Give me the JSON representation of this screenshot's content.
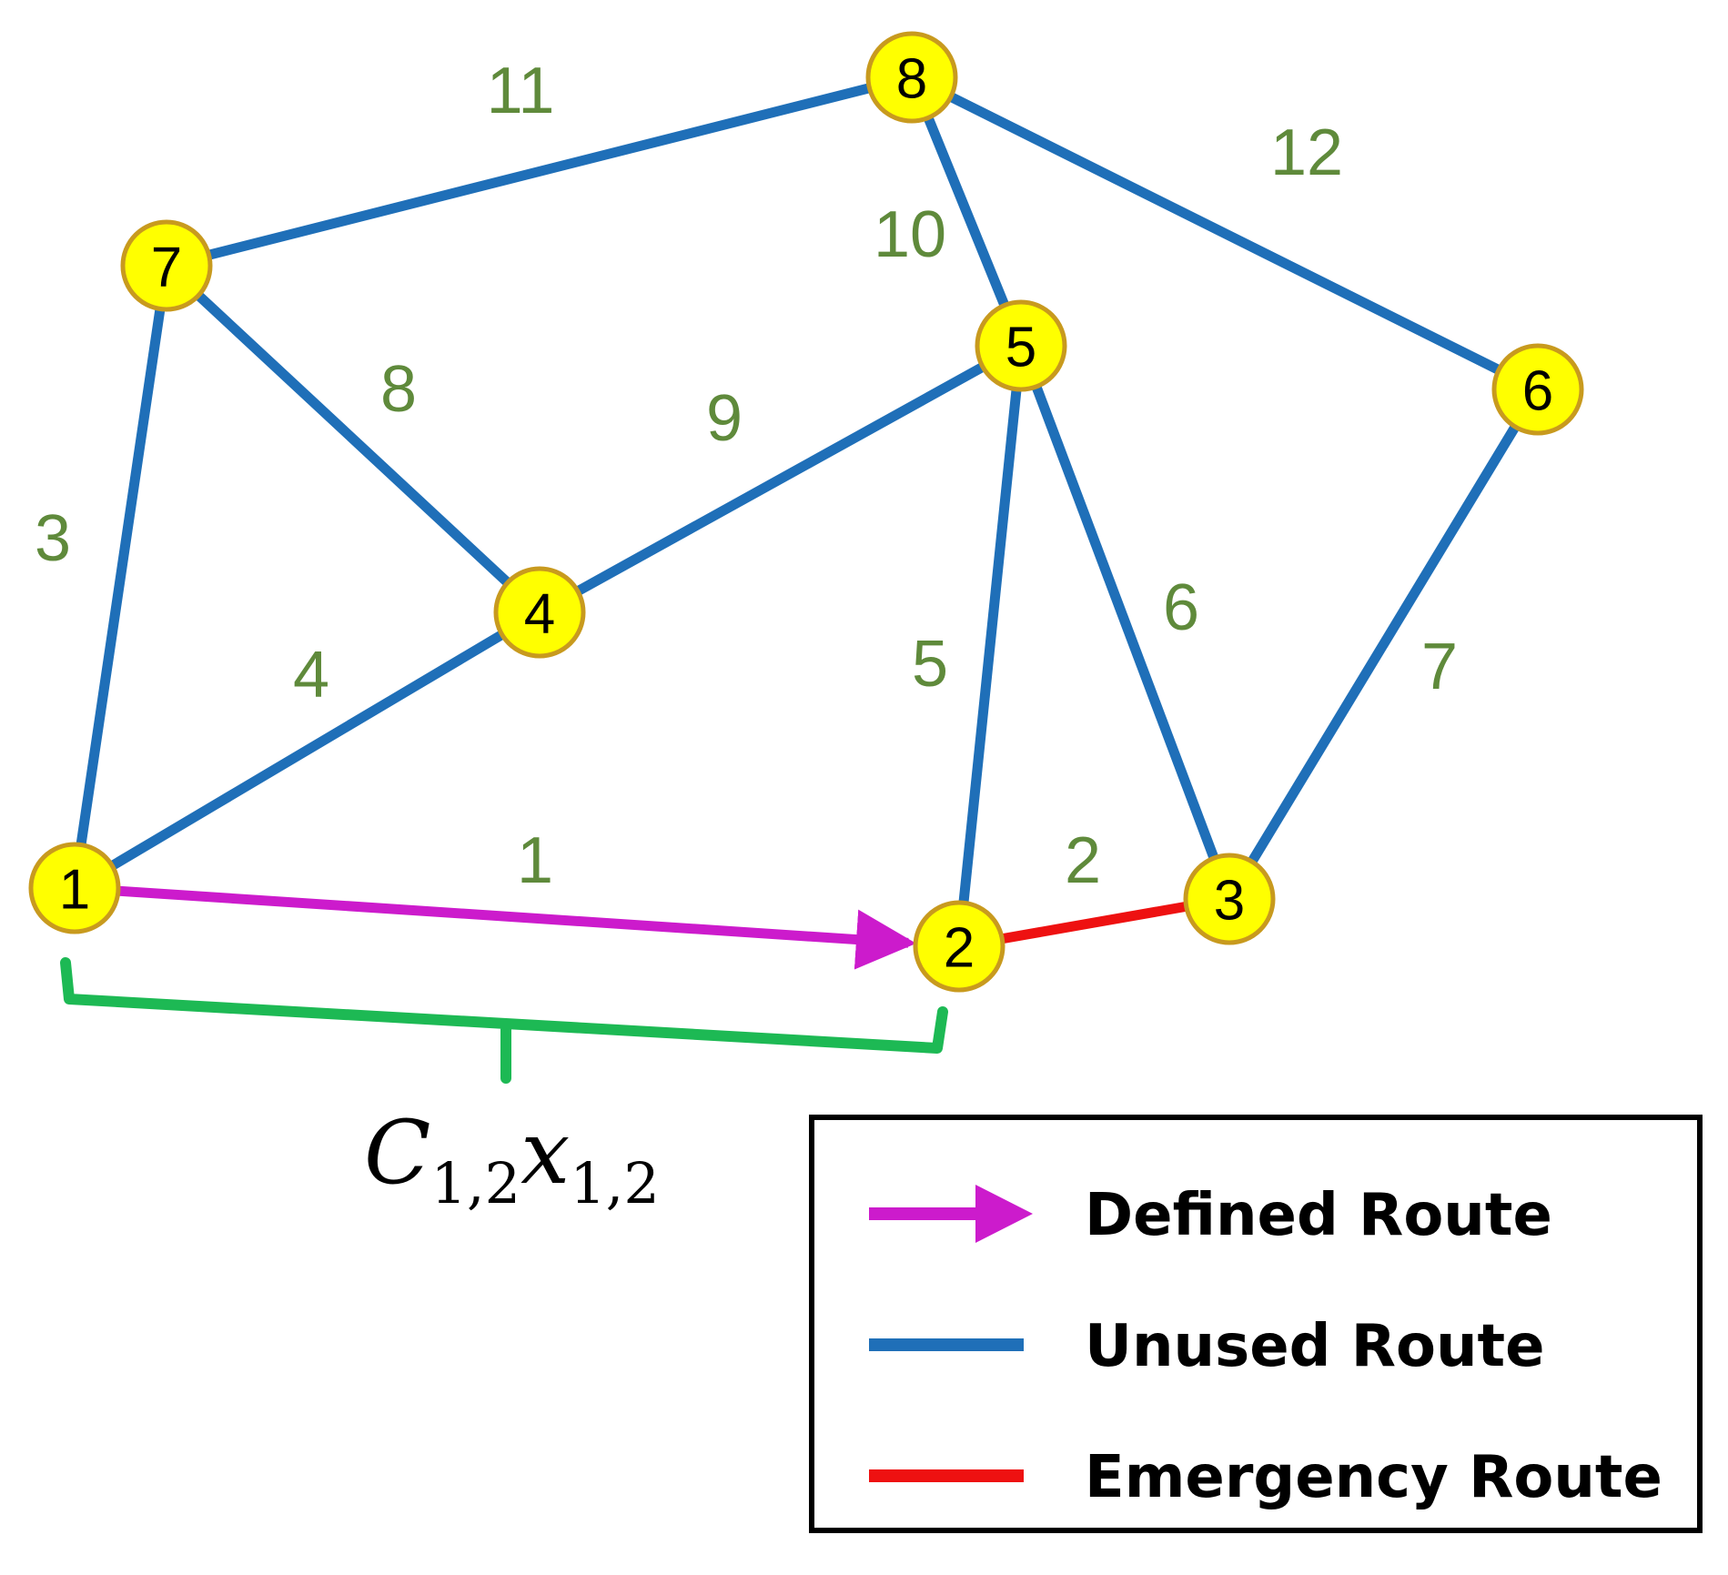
{
  "colors": {
    "defined": "#cc1bcc",
    "unused": "#1f6fb8",
    "emergency": "#ee1111",
    "node_fill": "#ffff00",
    "node_stroke": "#c89a1e",
    "weight_text": "#5f8a3b",
    "brace": "#1db954"
  },
  "nodes": [
    {
      "id": "1",
      "label": "1"
    },
    {
      "id": "2",
      "label": "2"
    },
    {
      "id": "3",
      "label": "3"
    },
    {
      "id": "4",
      "label": "4"
    },
    {
      "id": "5",
      "label": "5"
    },
    {
      "id": "6",
      "label": "6"
    },
    {
      "id": "7",
      "label": "7"
    },
    {
      "id": "8",
      "label": "8"
    }
  ],
  "edges": [
    {
      "from": "1",
      "to": "2",
      "weight": "1",
      "type": "defined"
    },
    {
      "from": "2",
      "to": "3",
      "weight": "2",
      "type": "emergency"
    },
    {
      "from": "1",
      "to": "7",
      "weight": "3",
      "type": "unused"
    },
    {
      "from": "1",
      "to": "4",
      "weight": "4",
      "type": "unused"
    },
    {
      "from": "2",
      "to": "5",
      "weight": "5",
      "type": "unused"
    },
    {
      "from": "5",
      "to": "3",
      "weight": "6",
      "type": "unused"
    },
    {
      "from": "6",
      "to": "3",
      "weight": "7",
      "type": "unused"
    },
    {
      "from": "7",
      "to": "4",
      "weight": "8",
      "type": "unused"
    },
    {
      "from": "4",
      "to": "5",
      "weight": "9",
      "type": "unused"
    },
    {
      "from": "8",
      "to": "5",
      "weight": "10",
      "type": "unused"
    },
    {
      "from": "7",
      "to": "8",
      "weight": "11",
      "type": "unused"
    },
    {
      "from": "8",
      "to": "6",
      "weight": "12",
      "type": "unused"
    }
  ],
  "formula": {
    "c": "C",
    "c_sub": "1,2",
    "x": "x",
    "x_sub": "1,2"
  },
  "legend": [
    {
      "type": "defined",
      "label": "Defined Route",
      "icon": "arrow-icon"
    },
    {
      "type": "unused",
      "label": "Unused Route",
      "icon": "line-icon"
    },
    {
      "type": "emergency",
      "label": "Emergency Route",
      "icon": "line-icon"
    }
  ]
}
